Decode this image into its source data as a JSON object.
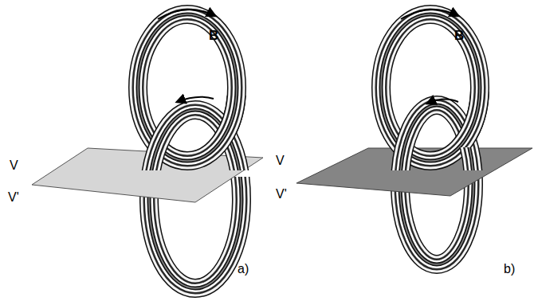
{
  "diagram": {
    "labels": [
      "B",
      "V",
      "V'",
      "a)",
      "B",
      "V",
      "V'",
      "b)"
    ]
  }
}
